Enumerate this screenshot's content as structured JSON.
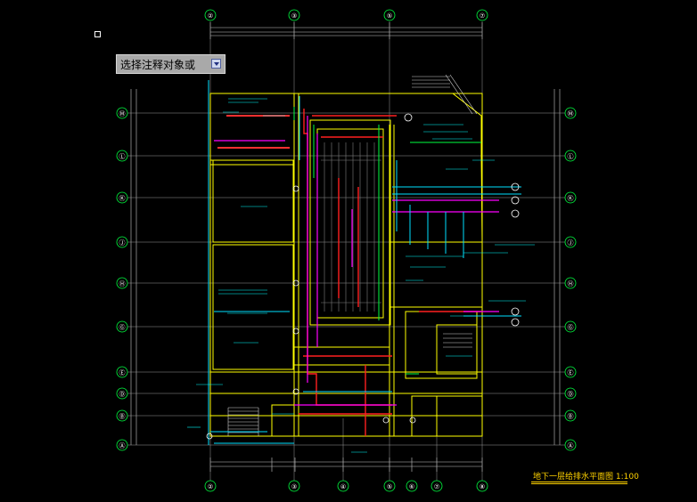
{
  "tooltip": {
    "prompt": "选择注释对象或"
  },
  "drawing_title": {
    "text": "地下一层给排水平面图",
    "scale": "1:100"
  },
  "axes_top": [
    "②",
    "③",
    "⑤",
    "⑦"
  ],
  "axes_bottom": [
    "②",
    "③",
    "④",
    "⑤",
    "⑥",
    "⑦",
    "⑧"
  ],
  "axes_left": [
    "Ⓜ",
    "Ⓛ",
    "Ⓚ",
    "Ⓙ",
    "Ⓗ",
    "Ⓖ",
    "Ⓔ",
    "Ⓓ",
    "Ⓑ",
    "Ⓐ"
  ],
  "colors": {
    "wall": "#ffff00",
    "axis": "#ffffff",
    "water_supply": "#00ffff",
    "drainage": "#ff00ff",
    "fire": "#ff2020",
    "annotation": "#00ffff"
  }
}
